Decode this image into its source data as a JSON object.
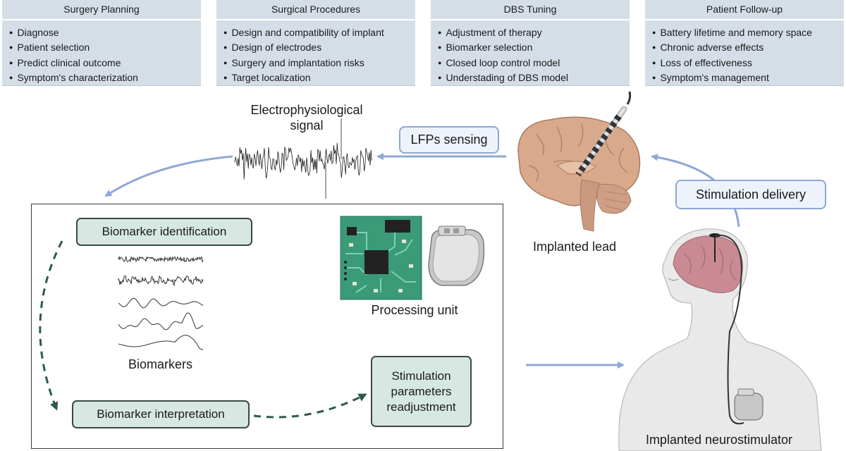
{
  "panels": [
    {
      "title": "Surgery Planning",
      "items": [
        "Diagnose",
        "Patient selection",
        "Predict clinical outcome",
        "Symptom's characterization"
      ]
    },
    {
      "title": "Surgical Procedures",
      "items": [
        "Design and compatibility of implant",
        "Design of electrodes",
        "Surgery and implantation risks",
        "Target localization"
      ]
    },
    {
      "title": "DBS Tuning",
      "items": [
        "Adjustment of therapy",
        "Biomarker selection",
        "Closed loop control model",
        "Understading of DBS model"
      ]
    },
    {
      "title": "Patient Follow-up",
      "items": [
        "Battery lifetime and memory space",
        "Chronic adverse effects",
        "Loss of effectiveness",
        "Symptom's management"
      ]
    }
  ],
  "labels": {
    "electro_signal": "Electrophysiological signal",
    "lfps_sensing": "LFPs sensing",
    "stimulation_delivery": "Stimulation delivery",
    "implanted_lead": "Implanted lead",
    "implanted_neurostimulator": "Implanted neurostimulator",
    "processing_unit": "Processing unit",
    "biomarkers": "Biomarkers",
    "biomarker_identification": "Biomarker identification",
    "biomarker_interpretation": "Biomarker interpretation",
    "stimulation_readjustment": "Stimulation parameters readjustment"
  },
  "colors": {
    "panel_bg": "#d5dee7",
    "pill_border": "#8ea6d4",
    "arrow_blue": "#8fa8d6",
    "box_green": "#d7e8e3",
    "dash_green": "#2c5a4c",
    "brain": "#d9a98c",
    "pcb": "#3b9a78"
  }
}
